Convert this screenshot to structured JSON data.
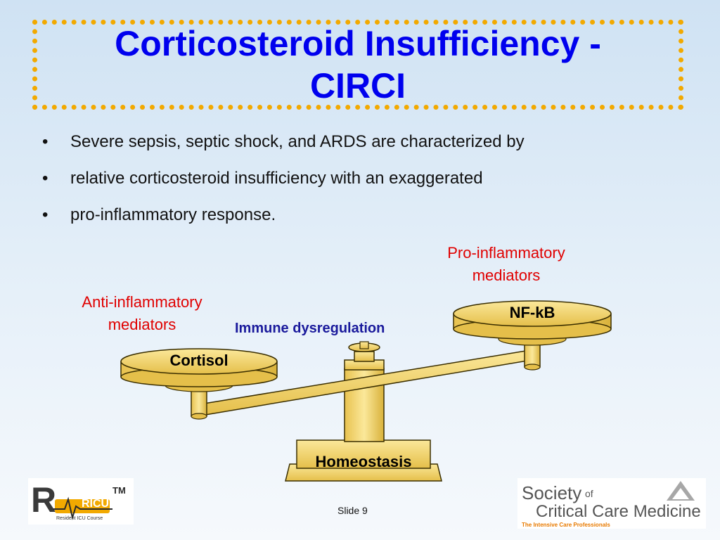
{
  "slide": {
    "title_line1": "Corticosteroid Insufficiency -",
    "title_line2": "CIRCI",
    "bullets": [
      "Severe sepsis, septic shock, and ARDS are characterized by",
      "relative corticosteroid insufficiency with an exaggerated",
      "pro-inflammatory response."
    ],
    "bullet_char": "•",
    "slide_number": "Slide 9"
  },
  "diagram": {
    "pro_inflammatory_line1": "Pro-inflammatory",
    "pro_inflammatory_line2": "mediators",
    "anti_inflammatory_line1": "Anti-inflammatory",
    "anti_inflammatory_line2": "mediators",
    "immune_label": "Immune dysregulation",
    "left_plate_label": "Cortisol",
    "right_plate_label": "NF-kB",
    "base_label": "Homeostasis",
    "colors": {
      "gold": "#f5d66a",
      "gold_dark": "#d9b23b",
      "outline": "#3a2e00",
      "red_text": "#e00000",
      "blue_text": "#1a1a9c",
      "title_blue": "#0000ee",
      "dots_orange": "#f2a900"
    }
  },
  "footer": {
    "left_logo_main": "RICU",
    "left_logo_tm": "TM",
    "left_logo_sub": "Resident ICU Course",
    "right_logo_line1": "Society",
    "right_logo_of": "of",
    "right_logo_line2": "Critical Care Medicine",
    "right_logo_tagline": "The Intensive Care Professionals"
  }
}
